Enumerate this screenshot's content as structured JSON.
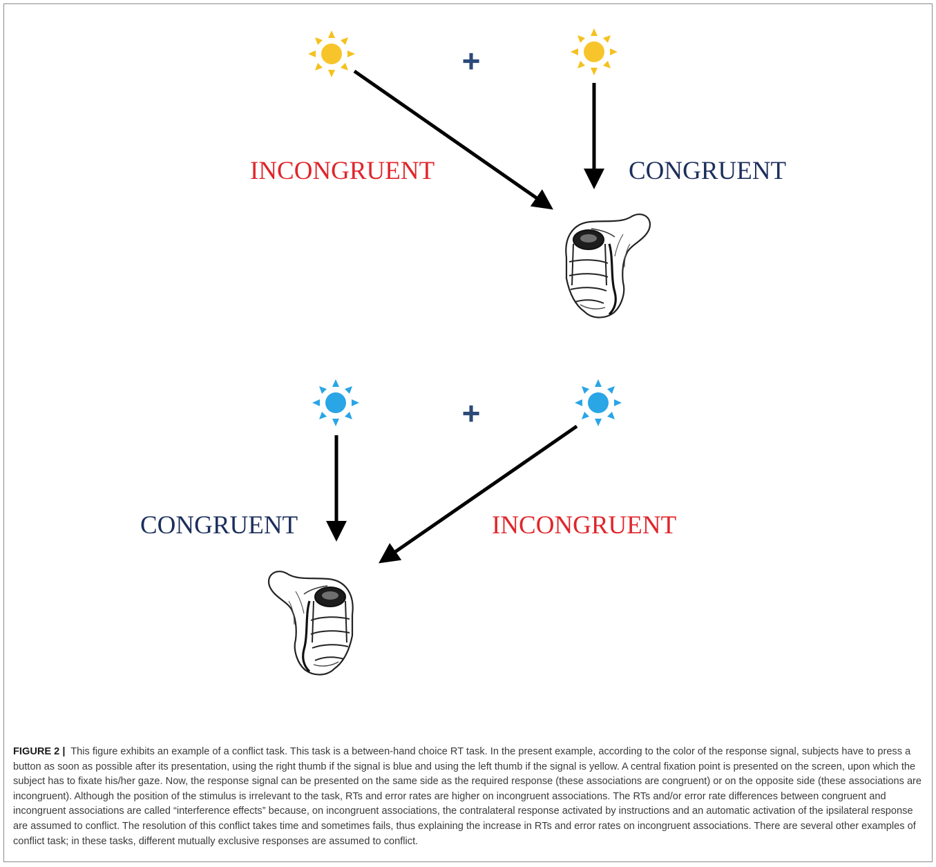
{
  "figure": {
    "labels": {
      "top_incongruent": "INCONGRUENT",
      "top_congruent": "CONGRUENT",
      "bottom_congruent": "CONGRUENT",
      "bottom_incongruent": "INCONGRUENT"
    },
    "fixation_symbol": "+",
    "colors": {
      "incongruent": "#e0262b",
      "congruent": "#1c2f5c",
      "yellow_signal": "#f7c52b",
      "blue_signal": "#2aa5e6",
      "fixation": "#2b4a7a",
      "arrow": "#000000"
    },
    "icons": [
      "yellow-sun-icon",
      "blue-sun-icon",
      "hand-button-icon",
      "plus-icon"
    ]
  },
  "caption": {
    "label": "FIGURE 2",
    "separator": "|",
    "text": "This figure exhibits an example of a conflict task. This task is a between-hand choice RT task. In the present example, according to the color of the response signal, subjects have to press a button as soon as possible after its presentation, using the right thumb if the signal is blue and using the left thumb if the signal is yellow. A central fixation point is presented on the screen, upon which the subject has to fixate his/her gaze. Now, the response signal can be presented on the same side as the required response (these associations are congruent) or on the opposite side (these associations are incongruent). Although the position of the stimulus is irrelevant to the task, RTs and error rates are higher on incongruent associations. The RTs and/or error rate differences between congruent and incongruent associations are called “interference effects” because, on incongruent associations, the contralateral response activated by instructions and an automatic activation of the ipsilateral response are assumed to conflict. The resolution of this conflict takes time and sometimes fails, thus explaining the increase in RTs and error rates on incongruent associations. There are several other examples of conflict task; in these tasks, different mutually exclusive responses are assumed to conflict."
  }
}
